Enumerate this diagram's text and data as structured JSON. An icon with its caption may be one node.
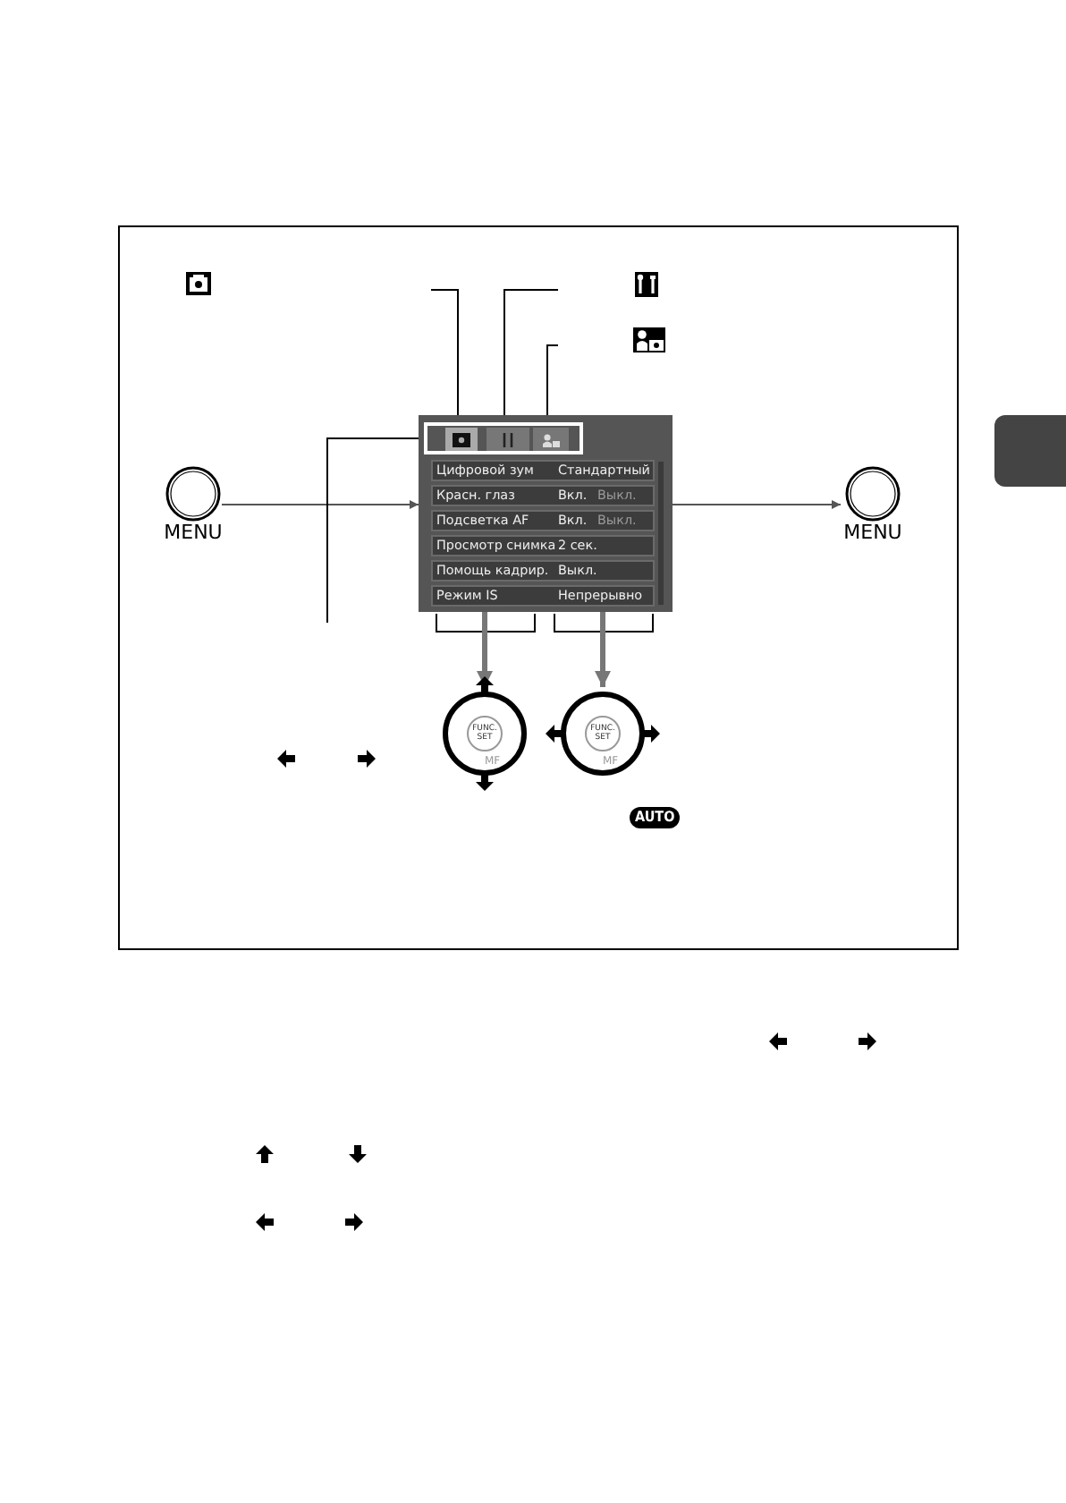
{
  "diagram": {
    "nodes": [
      {
        "text": [
          "MENU"
        ]
      },
      {
        "text": [],
        "shape": "box"
      },
      {
        "text": [],
        "shape": "box",
        "in": 1
      },
      {
        "text": [],
        "shape": "box",
        "in": 2
      },
      {
        "text": [],
        "shape": "box",
        "in": 2
      },
      {
        "text": [],
        "shape": "box",
        "in": 2
      },
      {
        "text": [
          "Цифровой зум",
          "Стандартный"
        ],
        "in": 1
      },
      {
        "text": [
          "Красн. глаз",
          "Вкл.",
          "Выкл."
        ],
        "in": 1
      },
      {
        "text": [
          "Подсветка AF",
          "Вкл.",
          "Выкл."
        ],
        "in": 1
      },
      {
        "text": [
          "Просмотр снимка",
          "2 сек."
        ],
        "in": 1
      },
      {
        "text": [
          "Помощь кадрир.",
          "Выкл."
        ],
        "in": 1
      },
      {
        "text": [
          "Режим IS",
          "Непрерывно"
        ],
        "in": 1
      },
      {
        "text": [
          "MENU"
        ]
      },
      {
        "text": [
          "FUNC. SET",
          "MF"
        ]
      },
      {
        "text": [
          "FUNC. SET",
          "MF"
        ]
      }
    ],
    "edges": [
      {
        "from": 0,
        "to": 1,
        "arrow": "to",
        "color": "#555555"
      },
      {
        "from": 1,
        "to": 12,
        "arrow": "to",
        "color": "#555555"
      },
      {
        "from": 1,
        "to": 13,
        "arrow": "to",
        "style": "thick",
        "color": "#777777"
      },
      {
        "from": 1,
        "to": 14,
        "arrow": "to",
        "style": "thick",
        "color": "#777777"
      },
      {
        "from": null,
        "to": 3,
        "arrow": "none"
      },
      {
        "from": null,
        "to": 4,
        "arrow": "none"
      },
      {
        "from": null,
        "to": 5,
        "arrow": "none"
      },
      {
        "from": null,
        "to": 2,
        "arrow": "none"
      }
    ],
    "labels": [
      "AUTO"
    ]
  }
}
